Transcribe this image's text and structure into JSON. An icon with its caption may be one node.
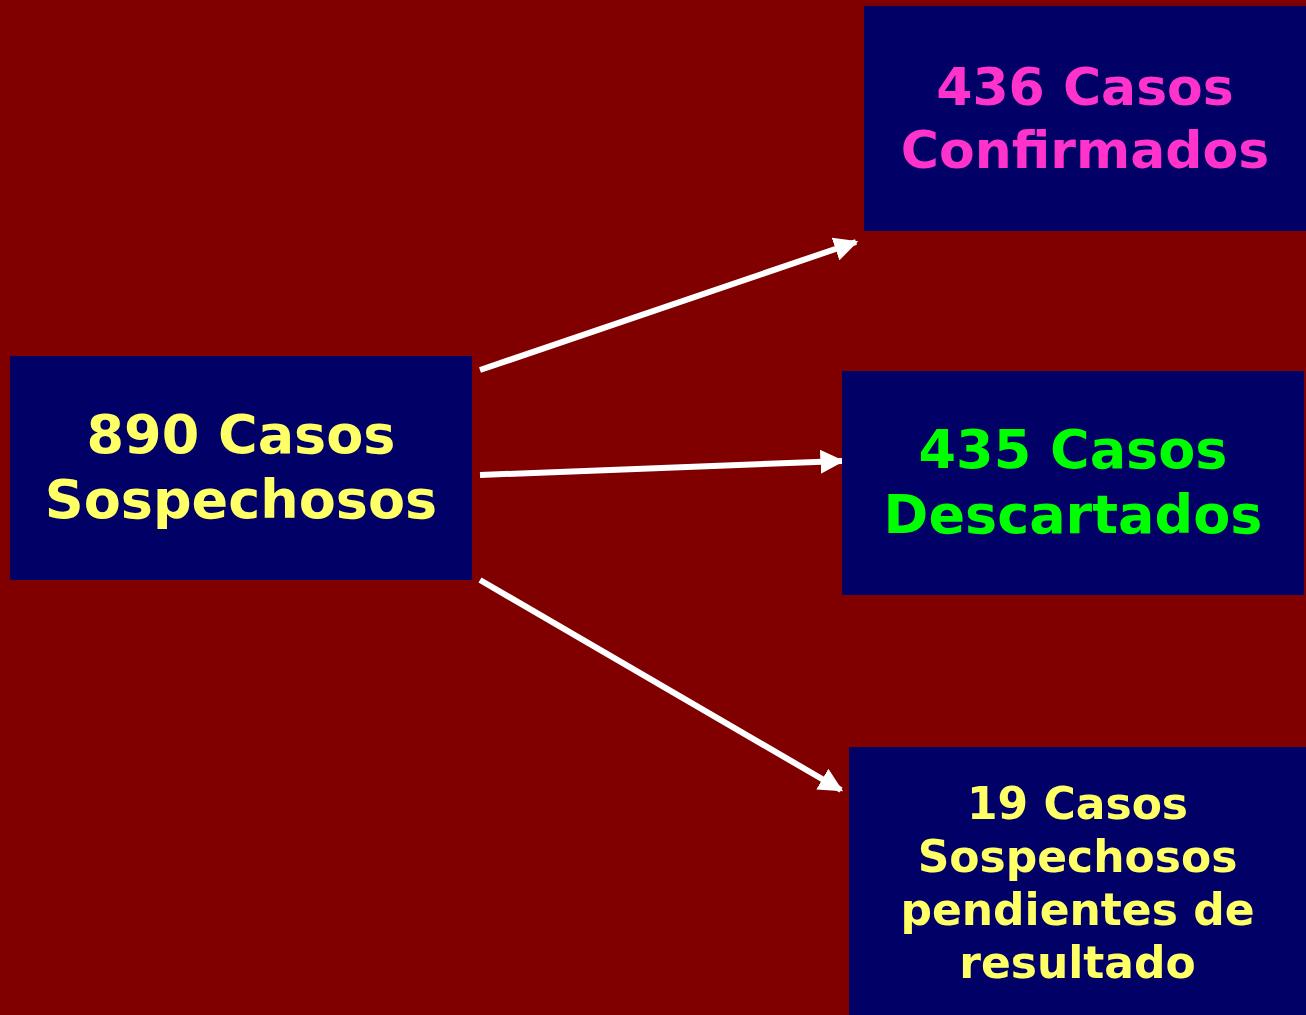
{
  "diagram": {
    "nodes": [
      {
        "text": [
          "890 Casos Sospechosos"
        ]
      },
      {
        "text": [
          "436 Casos Confirmados"
        ]
      },
      {
        "text": [
          "435 Casos Descartados"
        ]
      },
      {
        "text": [
          "19 Casos Sospechosos pendientes de resultado"
        ]
      }
    ],
    "edges": [
      {
        "from": 0,
        "to": 1,
        "arrow": "to"
      },
      {
        "from": 0,
        "to": 2,
        "arrow": "to"
      },
      {
        "from": 0,
        "to": 3,
        "arrow": "to"
      }
    ]
  }
}
